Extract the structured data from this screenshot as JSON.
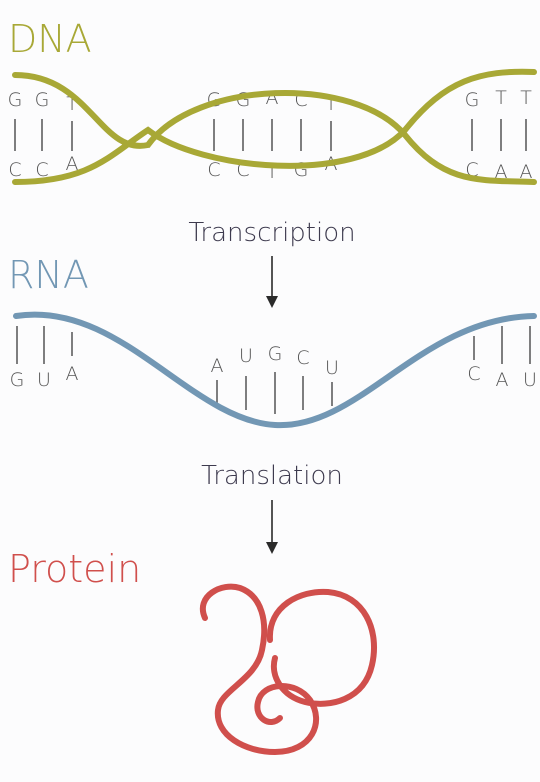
{
  "colors": {
    "dna": "#a8a836",
    "rna": "#7297b4",
    "protein": "#d04f4c",
    "step_text": "#3d3a4e",
    "arrow": "#2a2a2a",
    "base_text": "#555555",
    "background": "#fcfcfd"
  },
  "dna": {
    "title": "DNA",
    "left": {
      "top": [
        "G",
        "G",
        "T"
      ],
      "bottom": [
        "C",
        "C",
        "A"
      ]
    },
    "middle": {
      "top": [
        "G",
        "G",
        "A",
        "C",
        "T"
      ],
      "bottom": [
        "C",
        "C",
        "T",
        "G",
        "A"
      ]
    },
    "right": {
      "top": [
        "G",
        "T",
        "T"
      ],
      "bottom": [
        "C",
        "A",
        "A"
      ]
    }
  },
  "transcription": {
    "label": "Transcription"
  },
  "rna": {
    "title": "RNA",
    "left": [
      "G",
      "U",
      "A"
    ],
    "middle": [
      "A",
      "U",
      "G",
      "C",
      "U"
    ],
    "right": [
      "C",
      "A",
      "U"
    ]
  },
  "translation": {
    "label": "Translation"
  },
  "protein": {
    "title": "Protein"
  }
}
